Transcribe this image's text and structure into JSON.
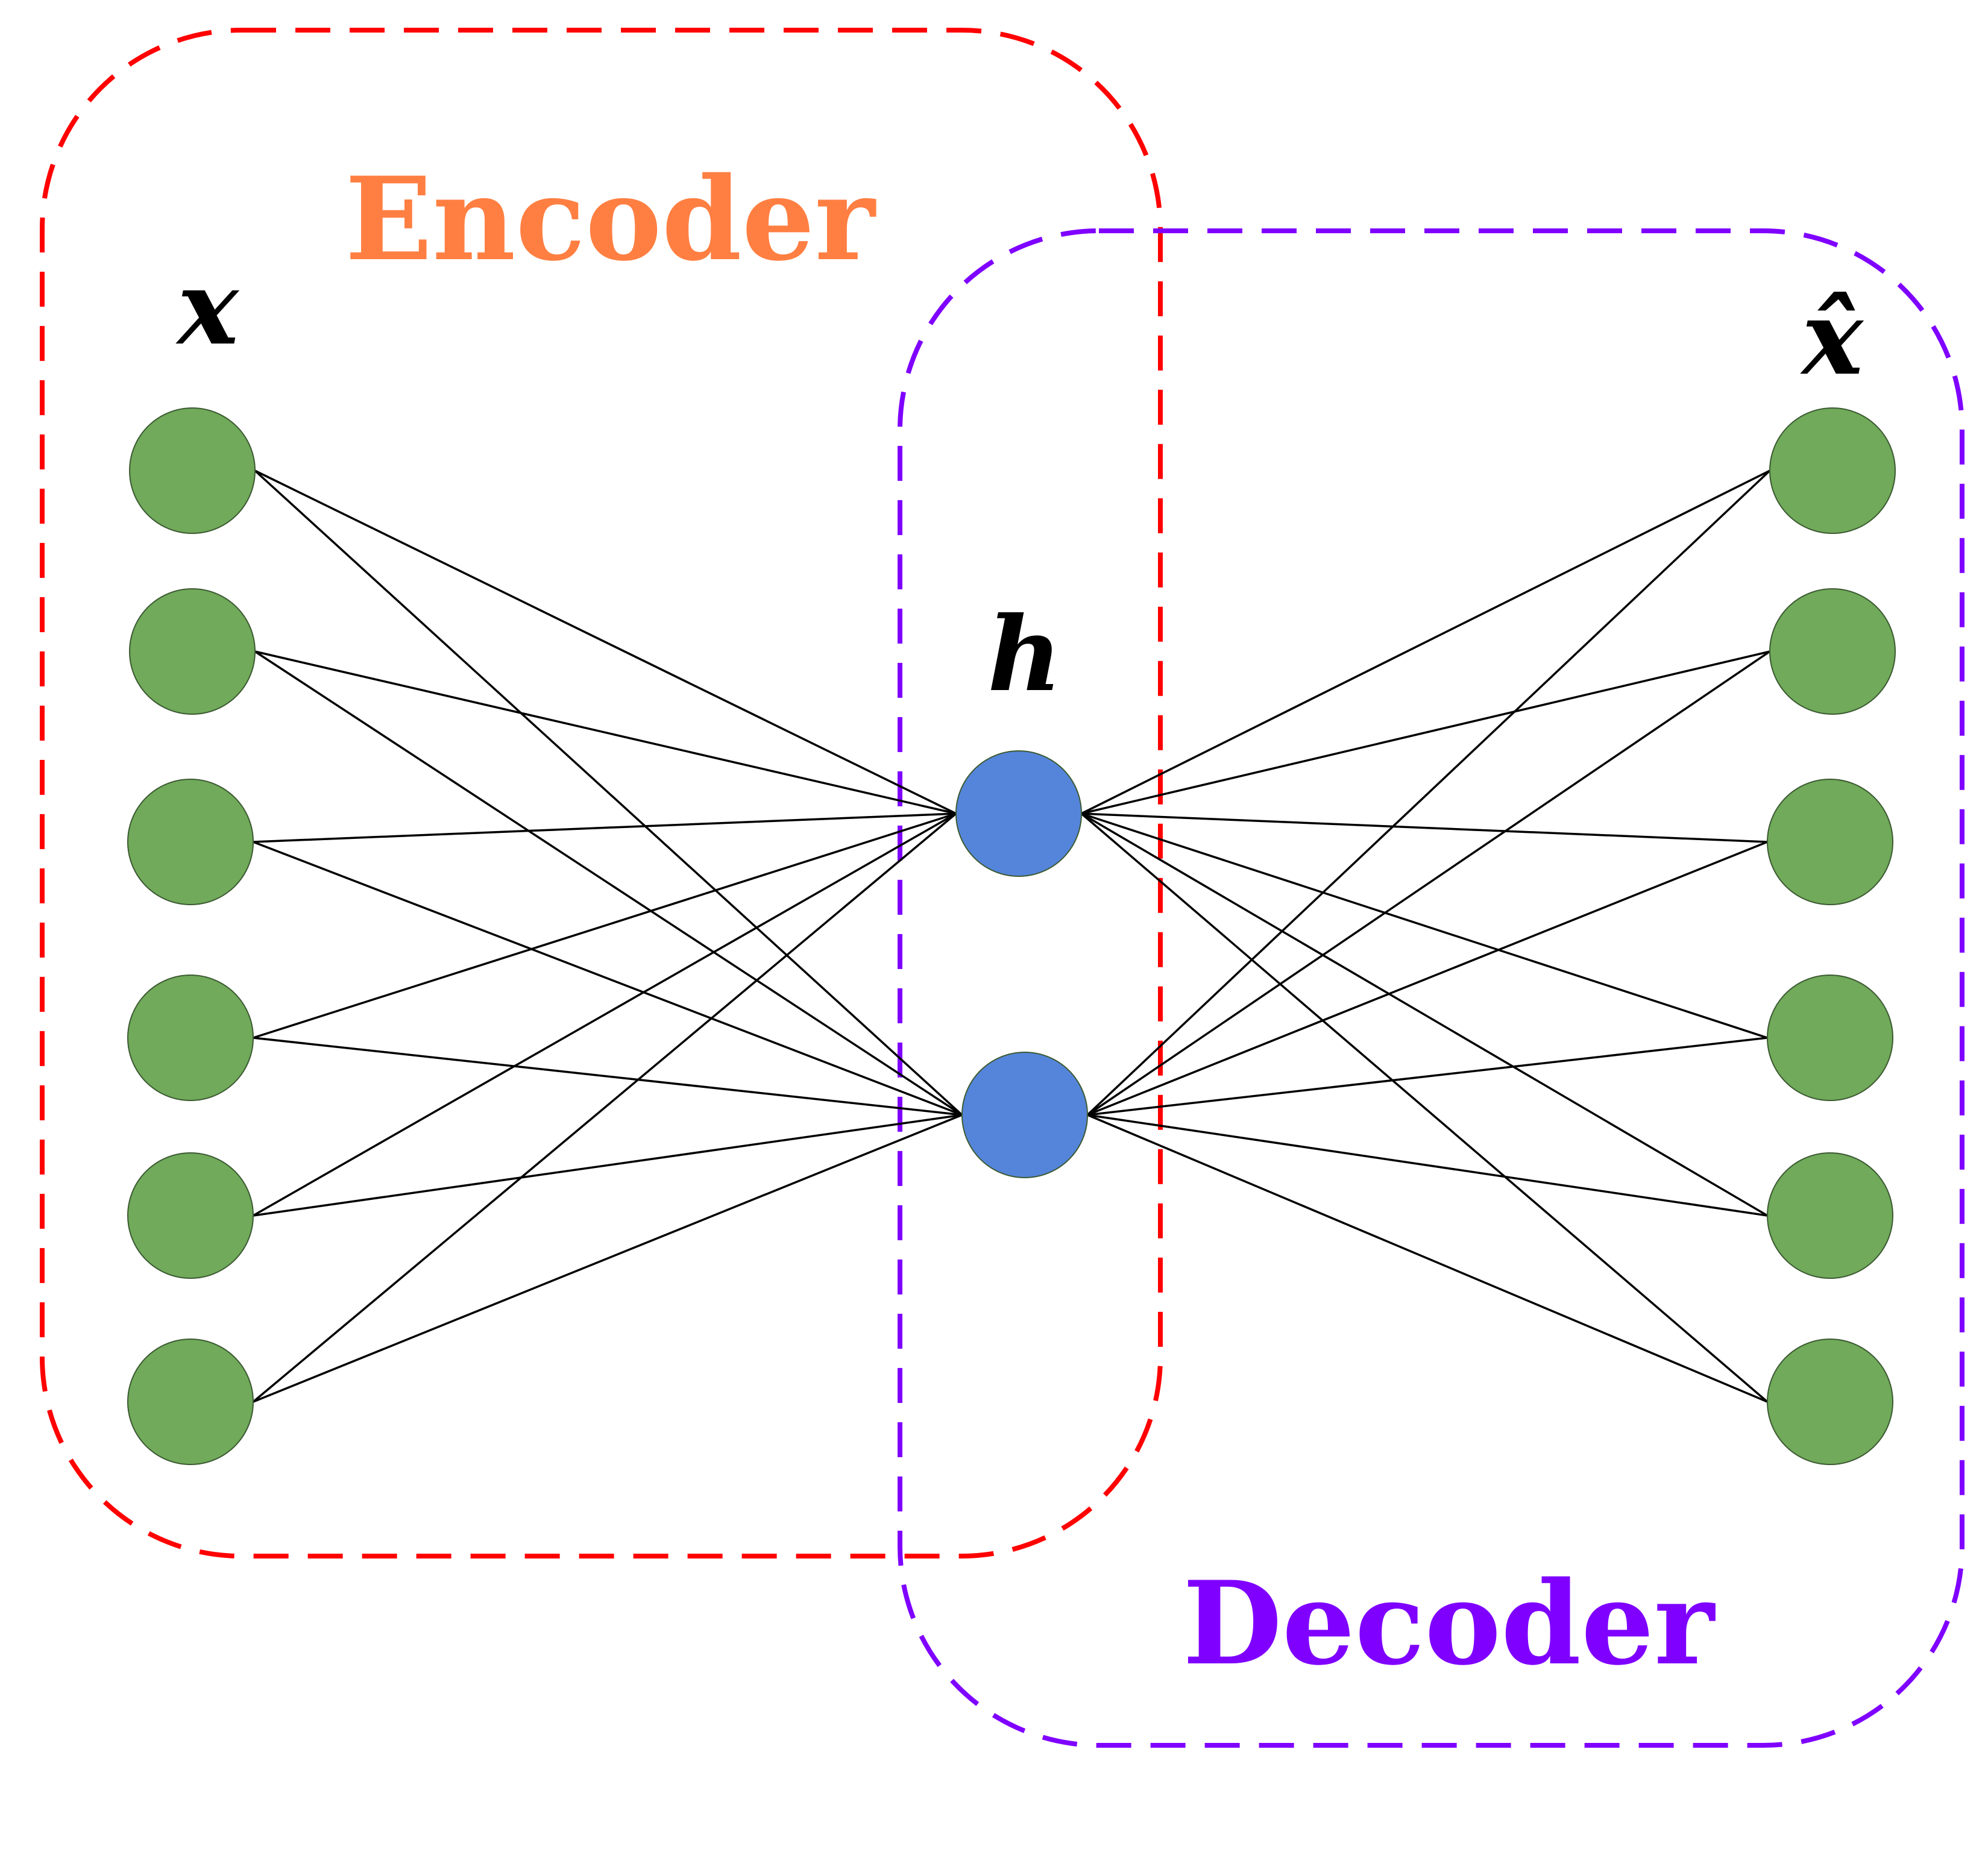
{
  "diagram": {
    "encoder": {
      "label": "Encoder",
      "color": "#ff0000",
      "label_color": "#ff7f42"
    },
    "decoder": {
      "label": "Decoder",
      "color": "#7f00ff",
      "label_color": "#7f00ff"
    },
    "input_label": "x",
    "hidden_label": "h",
    "output_label": "x̂",
    "input_nodes": 6,
    "hidden_nodes": 2,
    "output_nodes": 6,
    "node_colors": {
      "input": "#70aa5a",
      "hidden": "#5585da",
      "output": "#70aa5a"
    },
    "connections": "fully-connected"
  }
}
